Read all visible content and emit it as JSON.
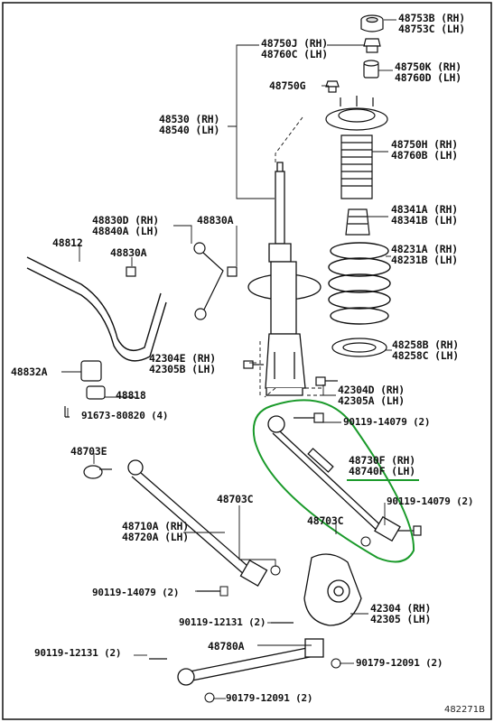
{
  "labels": {
    "l48753": [
      "48753B (RH)",
      "48753C (LH)"
    ],
    "l48750j": [
      "48750J (RH)",
      "48760C (LH)"
    ],
    "l48750k": [
      "48750K (RH)",
      "48760D (LH)"
    ],
    "l48750g": "48750G",
    "l48530": [
      "48530 (RH)",
      "48540 (LH)"
    ],
    "l48750h": [
      "48750H (RH)",
      "48760B (LH)"
    ],
    "l48341": [
      "48341A (RH)",
      "48341B (LH)"
    ],
    "l48830d": [
      "48830D (RH)",
      "48840A (LH)"
    ],
    "l48830a1": "48830A",
    "l48812": "48812",
    "l48830a2": "48830A",
    "l48231": [
      "48231A (RH)",
      "48231B (LH)"
    ],
    "l48258": [
      "48258B (RH)",
      "48258C (LH)"
    ],
    "l42304e": [
      "42304E (RH)",
      "42305B (LH)"
    ],
    "l48832a": "48832A",
    "l48818": "48818",
    "l42304d": [
      "42304D (RH)",
      "42305A (LH)"
    ],
    "l91673": "91673-80820 (4)",
    "l90119a": "90119-14079 (2)",
    "l48703e": "48703E",
    "l48730f": [
      "48730F (RH)",
      "48740F (LH)"
    ],
    "l90119b": "90119-14079 (2)",
    "l48703c1": "48703C",
    "l48710a": [
      "48710A (RH)",
      "48720A (LH)"
    ],
    "l48703c2": "48703C",
    "l90119c": "90119-14079 (2)",
    "l42304": [
      "42304 (RH)",
      "42305 (LH)"
    ],
    "l90119_12131a": "90119-12131 (2)",
    "l48780a": "48780A",
    "l90119_12131b": "90119-12131 (2)",
    "l90179a": "90179-12091 (2)",
    "l90179b": "90179-12091 (2)"
  },
  "figure_id": "482271B",
  "colors": {
    "line": "#111111",
    "highlight": "#1a9a2a"
  }
}
